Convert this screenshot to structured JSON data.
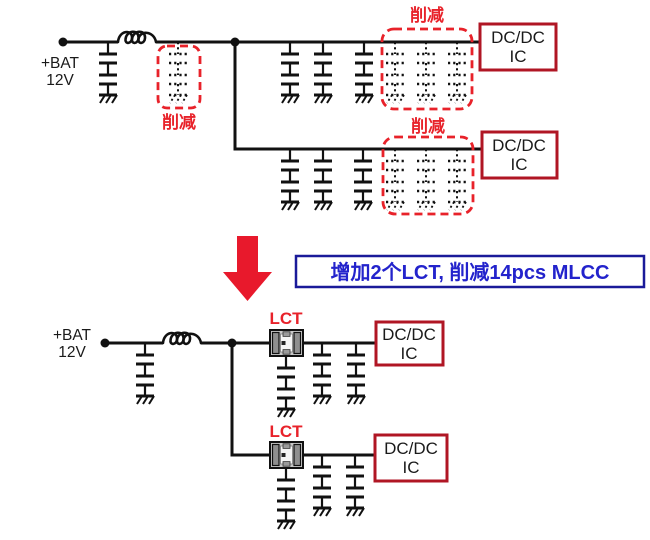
{
  "colors": {
    "red_accent": "#e8222a",
    "arrow_red": "#e8192c",
    "ic_border_red": "#b01624",
    "note_border_blue": "#1a1a99",
    "note_text_blue": "#2323cc",
    "wire_black": "#111111"
  },
  "top_circuit": {
    "battery": {
      "line1": "+BAT",
      "line2": "12V"
    },
    "reduce_labels": [
      "削减",
      "削减",
      "削减"
    ],
    "ic_boxes": [
      {
        "line1": "DC/DC",
        "line2": "IC"
      },
      {
        "line1": "DC/DC",
        "line2": "IC"
      }
    ]
  },
  "transition": {
    "note": "增加2个LCT, 削减14pcs MLCC"
  },
  "bottom_circuit": {
    "battery": {
      "line1": "+BAT",
      "line2": "12V"
    },
    "lct_labels": [
      "LCT",
      "LCT"
    ],
    "ic_boxes": [
      {
        "line1": "DC/DC",
        "line2": "IC"
      },
      {
        "line1": "DC/DC",
        "line2": "IC"
      }
    ]
  }
}
